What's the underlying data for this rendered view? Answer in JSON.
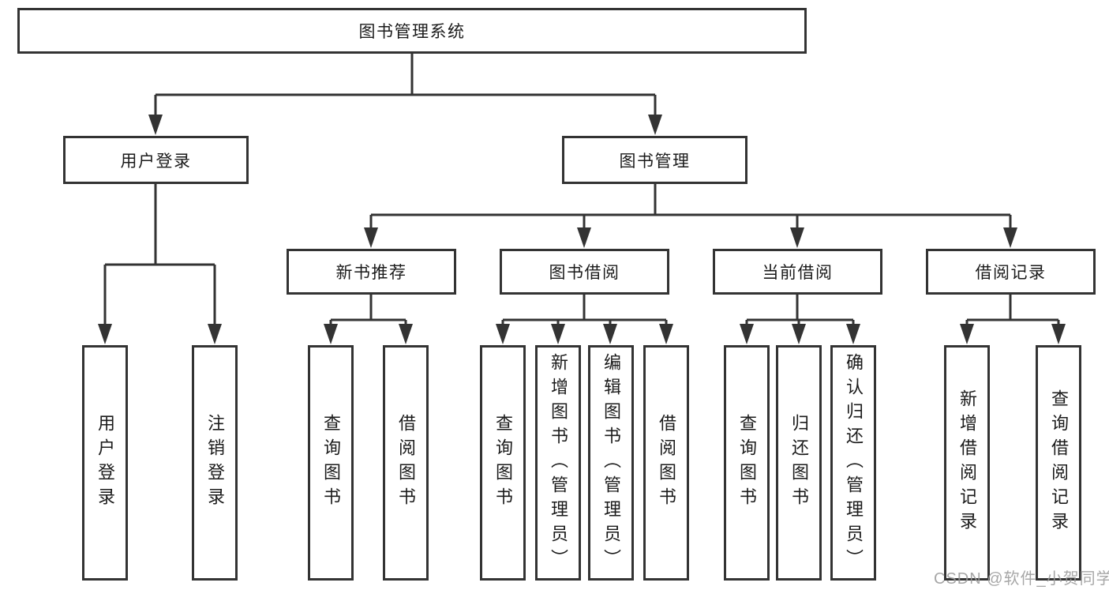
{
  "tree": {
    "label": "图书管理系统",
    "children": [
      {
        "label": "用户登录",
        "children": [
          {
            "label": "用户登录"
          },
          {
            "label": "注销登录"
          }
        ]
      },
      {
        "label": "图书管理",
        "children": [
          {
            "label": "新书推荐",
            "children": [
              {
                "label": "查询图书"
              },
              {
                "label": "借阅图书"
              }
            ]
          },
          {
            "label": "图书借阅",
            "children": [
              {
                "label": "查询图书"
              },
              {
                "label": "新增图书（管理员）"
              },
              {
                "label": "编辑图书（管理员）"
              },
              {
                "label": "借阅图书"
              }
            ]
          },
          {
            "label": "当前借阅",
            "children": [
              {
                "label": "查询图书"
              },
              {
                "label": "归还图书"
              },
              {
                "label": "确认归还（管理员）"
              }
            ]
          },
          {
            "label": "借阅记录",
            "children": [
              {
                "label": "新增借阅记录"
              },
              {
                "label": "查询借阅记录"
              }
            ]
          }
        ]
      }
    ]
  },
  "watermark": {
    "text": "CSDN @软件_小贺同学"
  },
  "colors": {
    "line": "#333333",
    "text": "#1b1b1b",
    "watermark": "#9b9b9b",
    "background": "#ffffff"
  }
}
